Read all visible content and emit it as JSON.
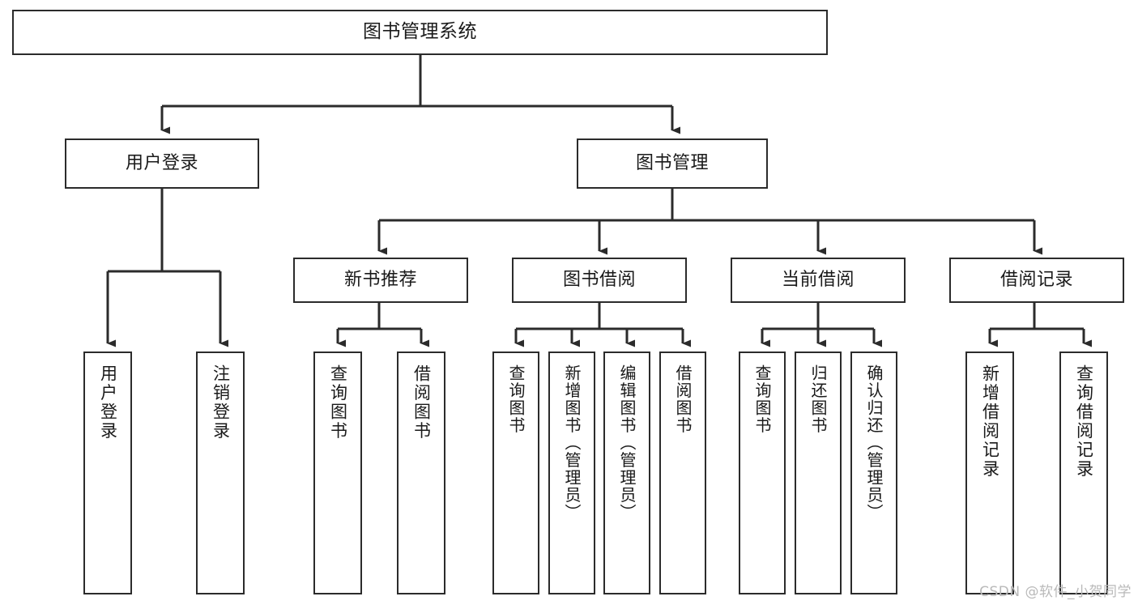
{
  "diagram": {
    "title": "图书管理系统",
    "type": "tree-hierarchy-functional-structure",
    "watermark": "CSDN @软件_小贺同学",
    "colors": {
      "background": "#ffffff",
      "box_border": "#2b2b2b",
      "box_fill": "#ffffff",
      "connector": "#2b2b2b",
      "text": "#1a1a1a",
      "watermark": "#b9b9b9"
    },
    "nodes": {
      "root": {
        "label": "图书管理系统"
      },
      "level2": [
        {
          "id": "user-login",
          "label": "用户登录"
        },
        {
          "id": "book-manage",
          "label": "图书管理"
        }
      ],
      "level3": [
        {
          "id": "new-book-recommend",
          "label": "新书推荐"
        },
        {
          "id": "book-borrow",
          "label": "图书借阅"
        },
        {
          "id": "current-borrow",
          "label": "当前借阅"
        },
        {
          "id": "borrow-record",
          "label": "借阅记录"
        }
      ],
      "leaves": {
        "user-login": [
          {
            "id": "leaf-user-login",
            "label": "用户登录"
          },
          {
            "id": "leaf-logout-login",
            "label": "注销登录"
          }
        ],
        "new-book-recommend": [
          {
            "id": "leaf-query-book-1",
            "label": "查询图书"
          },
          {
            "id": "leaf-borrow-book-1",
            "label": "借阅图书"
          }
        ],
        "book-borrow": [
          {
            "id": "leaf-query-book-2",
            "label": "查询图书"
          },
          {
            "id": "leaf-add-book-admin",
            "label": "新增图书（管理员）"
          },
          {
            "id": "leaf-edit-book-admin",
            "label": "编辑图书（管理员）"
          },
          {
            "id": "leaf-borrow-book-2",
            "label": "借阅图书"
          }
        ],
        "current-borrow": [
          {
            "id": "leaf-query-book-3",
            "label": "查询图书"
          },
          {
            "id": "leaf-return-book",
            "label": "归还图书"
          },
          {
            "id": "leaf-confirm-return-admin",
            "label": "确认归还（管理员）"
          }
        ],
        "borrow-record": [
          {
            "id": "leaf-add-borrow-record",
            "label": "新增借阅记录"
          },
          {
            "id": "leaf-query-borrow-record",
            "label": "查询借阅记录"
          }
        ]
      }
    }
  }
}
